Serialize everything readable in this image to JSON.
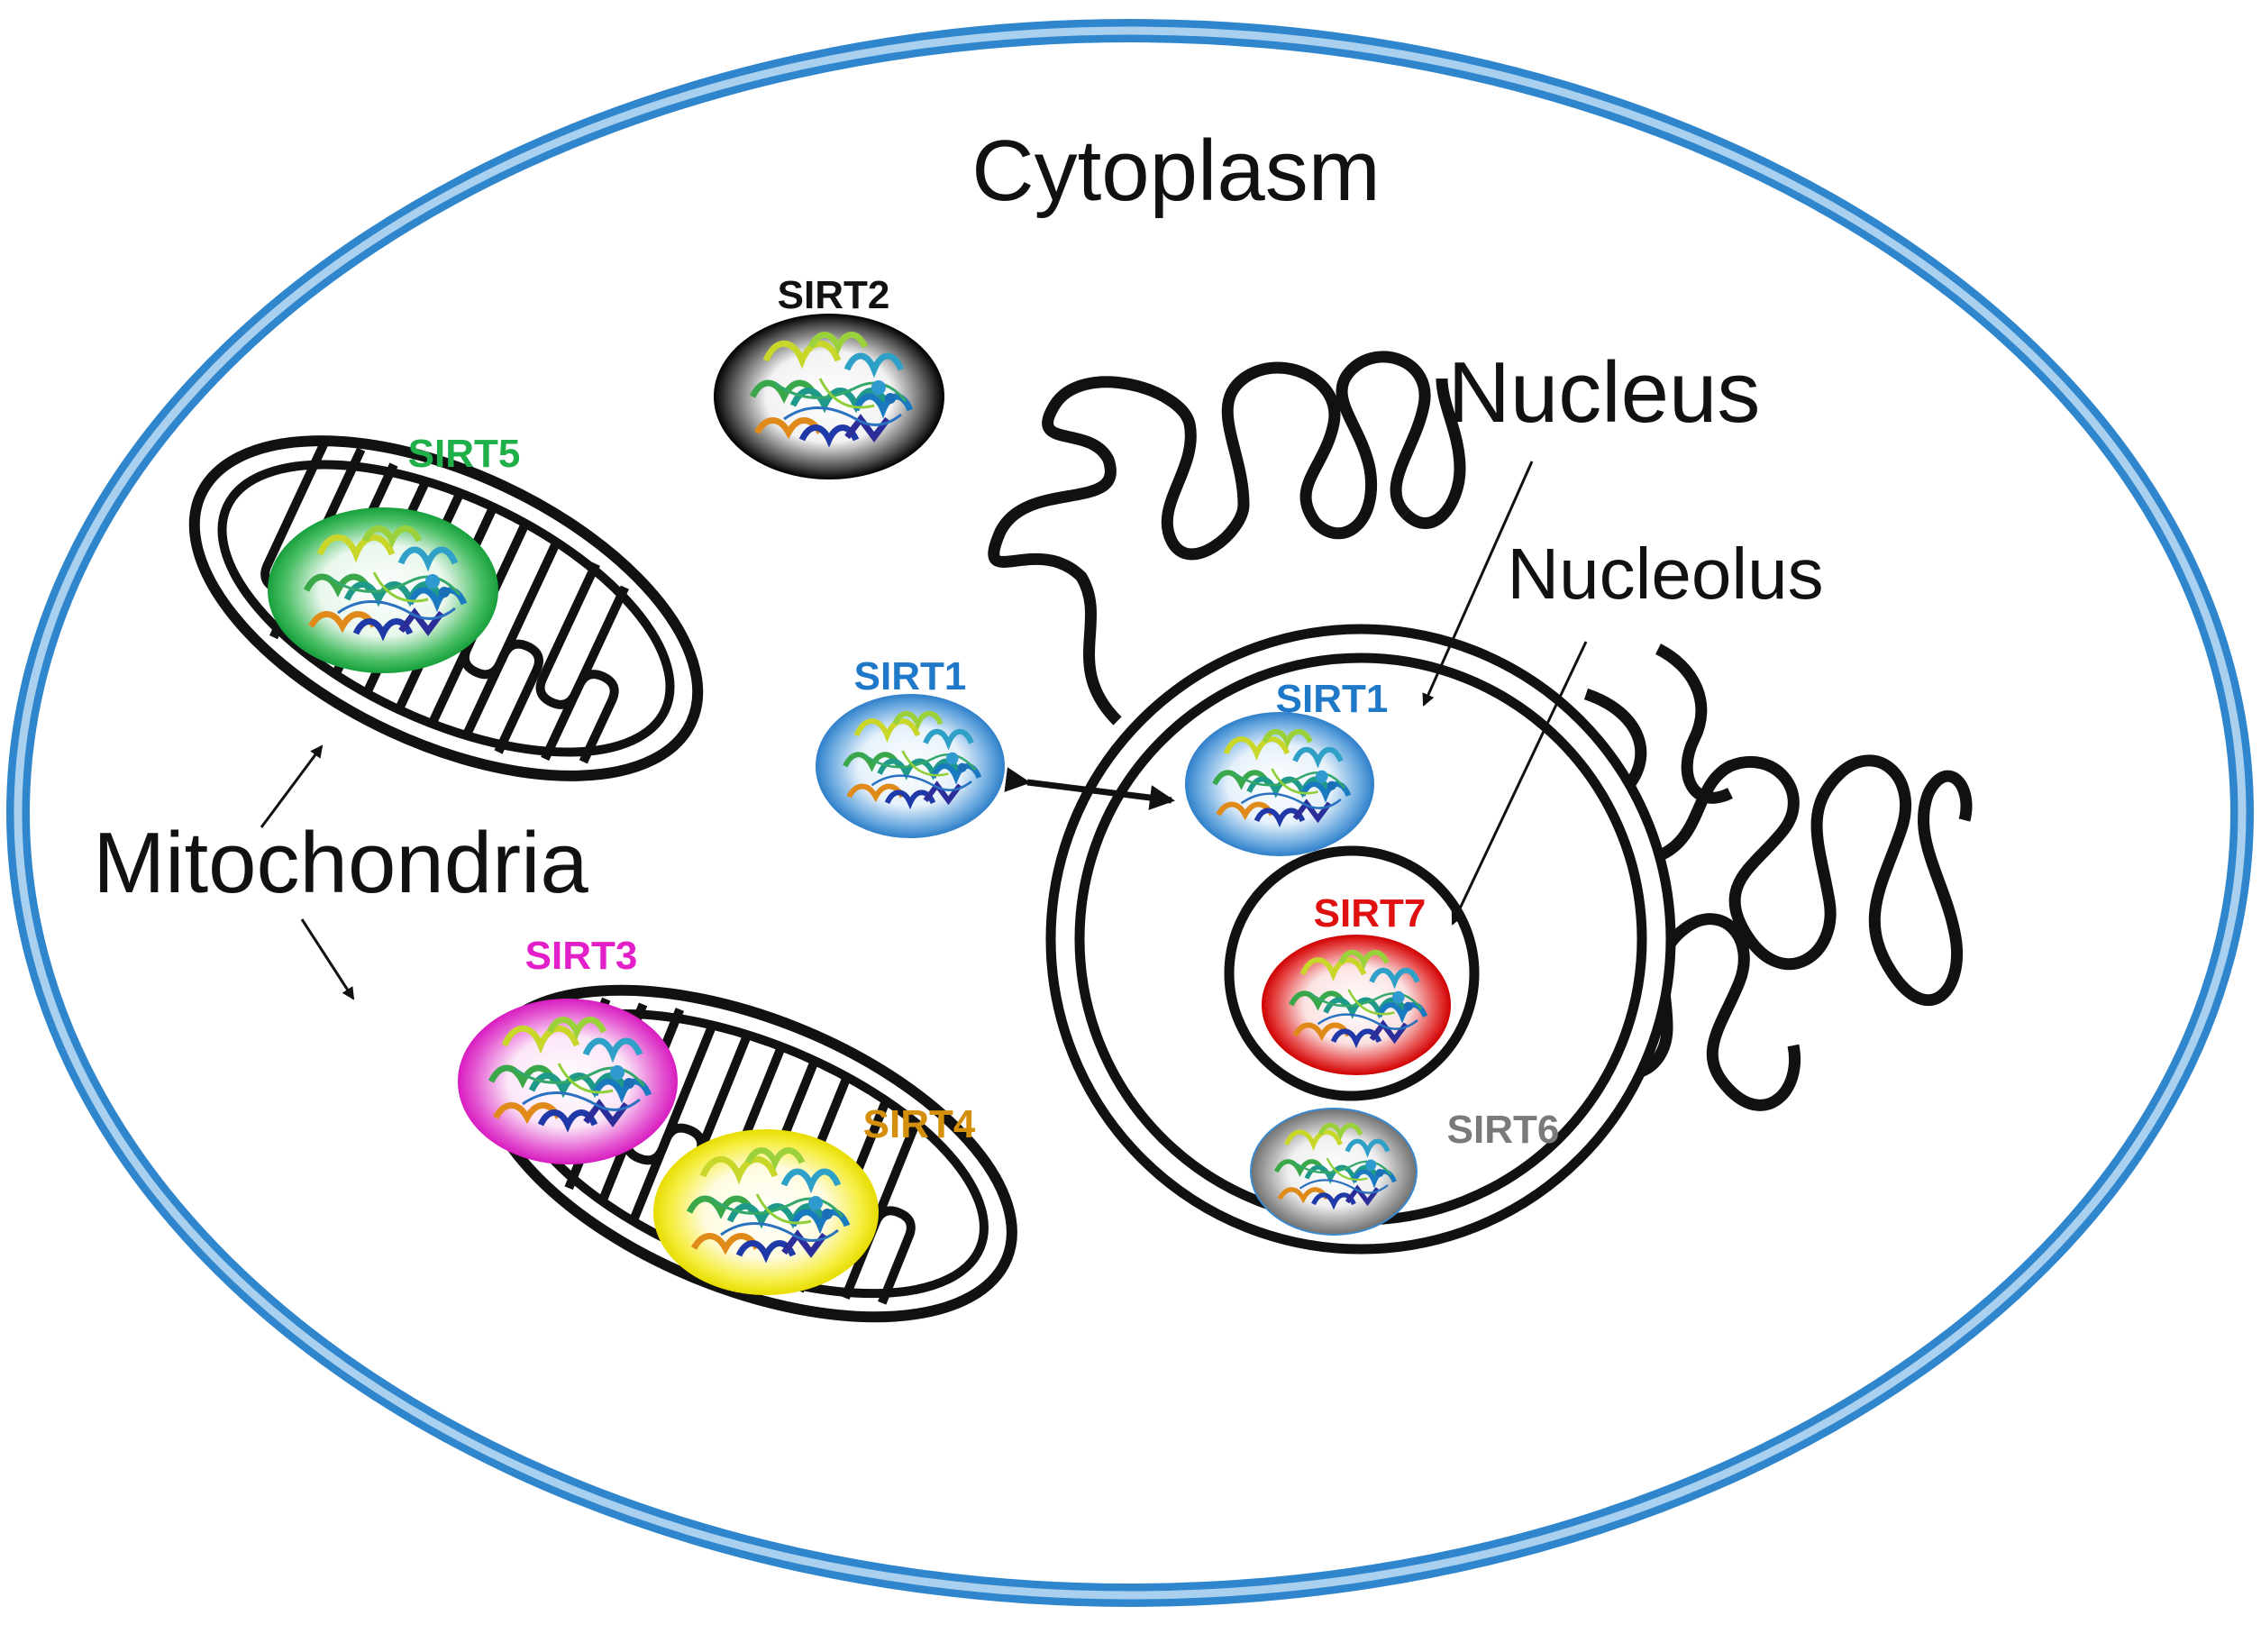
{
  "labels": {
    "cytoplasm": "Cytoplasm",
    "nucleus": "Nucleus",
    "nucleolus": "Nucleolus",
    "mitochondria": "Mitochondria"
  },
  "sirtuins": [
    {
      "key": "sirt2",
      "label": "SIRT2",
      "color": "#111111",
      "glow": "#000000"
    },
    {
      "key": "sirt5",
      "label": "SIRT5",
      "color": "#1fb04a",
      "glow": "#17a03c"
    },
    {
      "key": "sirt1_cyto",
      "label": "SIRT1",
      "color": "#1f78c8",
      "glow": "#3d8fd6"
    },
    {
      "key": "sirt1_nuc",
      "label": "SIRT1",
      "color": "#1f78c8",
      "glow": "#3d8fd6"
    },
    {
      "key": "sirt3",
      "label": "SIRT3",
      "color": "#e21fc8",
      "glow": "#e526c8"
    },
    {
      "key": "sirt4",
      "label": "SIRT4",
      "color": "#d4900c",
      "glow": "#f2e80a"
    },
    {
      "key": "sirt7",
      "label": "SIRT7",
      "color": "#e01010",
      "glow": "#e01818"
    },
    {
      "key": "sirt6",
      "label": "SIRT6",
      "color": "#7a7a7a",
      "glow": "#8a8a8a"
    }
  ],
  "colors": {
    "cell_membrane": "#2f86cc",
    "cell_membrane_inner": "#a9d0ef",
    "outline": "#111111"
  },
  "icons": [
    "protein-structure-icon",
    "double-arrow-icon",
    "arrow-icon"
  ]
}
